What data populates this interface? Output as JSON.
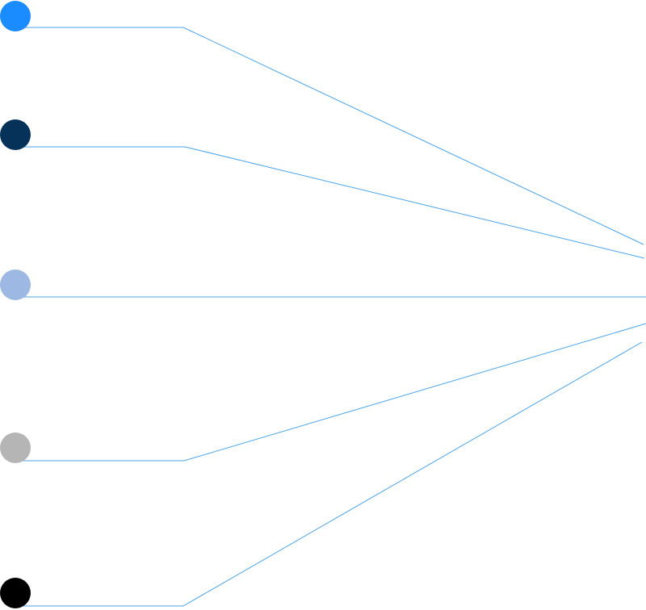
{
  "diagram": {
    "line_color": "#4aa3e8",
    "nodes": [
      {
        "id": "node-1",
        "color": "#1a8cff"
      },
      {
        "id": "node-2",
        "color": "#063159"
      },
      {
        "id": "node-3",
        "color": "#9db8e3"
      },
      {
        "id": "node-4",
        "color": "#b5b5b5"
      },
      {
        "id": "node-5",
        "color": "#000000"
      }
    ]
  }
}
